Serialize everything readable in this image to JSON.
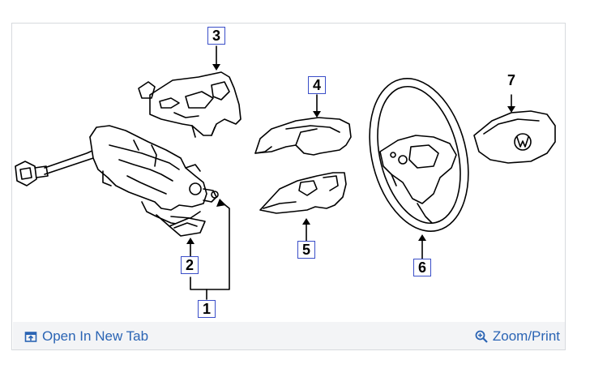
{
  "callouts": [
    {
      "id": "1",
      "label": "1"
    },
    {
      "id": "2",
      "label": "2"
    },
    {
      "id": "3",
      "label": "3"
    },
    {
      "id": "4",
      "label": "4"
    },
    {
      "id": "5",
      "label": "5"
    },
    {
      "id": "6",
      "label": "6"
    },
    {
      "id": "7",
      "label": "7"
    }
  ],
  "footer": {
    "open_new_tab": "Open In New Tab",
    "zoom_print": "Zoom/Print"
  },
  "icons": {
    "open_new_tab": "open-new-tab-icon",
    "zoom": "magnifier-zoom-icon"
  },
  "colors": {
    "link": "#2a64b4",
    "callout_border": "#3a4ec8",
    "footer_bg": "#f3f4f6"
  }
}
